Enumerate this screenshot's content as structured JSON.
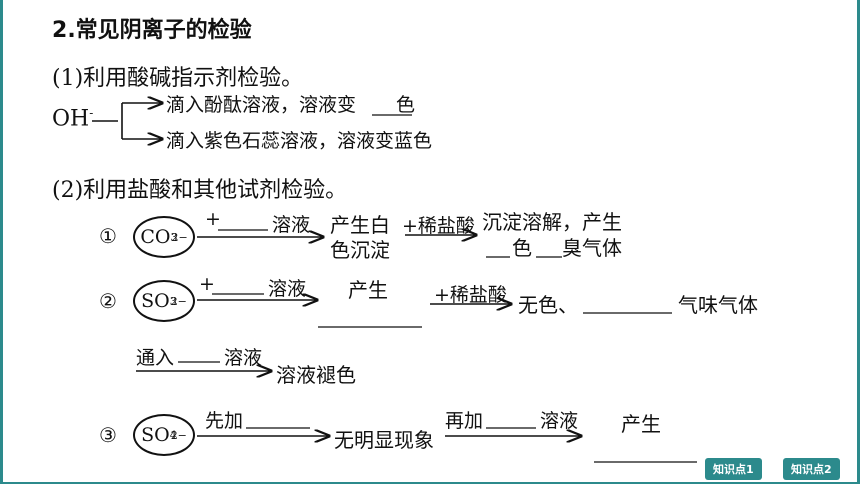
{
  "title_num": "2",
  "title_text": ".常见阴离子的检验",
  "part1": {
    "heading": "(1)利用酸碱指示剂检验。",
    "ion_label": "OH",
    "ion_sup": "-",
    "branch1_a": "滴入酚酞溶液，溶液变",
    "branch1_b": "色",
    "branch2": "滴入紫色石蕊溶液，溶液变蓝色"
  },
  "part2": {
    "heading": "(2)利用盐酸和其他试剂检验。",
    "item1": {
      "num": "①",
      "ion": "CO",
      "ion_sub": "3",
      "ion_sup": "2−",
      "arrow1_plus": "+",
      "arrow1_suffix": "溶液",
      "product1_line1": "产生白",
      "product1_line2": "色沉淀",
      "arrow2_label": "+稀盐酸",
      "result_line1": "沉淀溶解，产生",
      "result_line2_a": "色",
      "result_line2_b": "臭气体"
    },
    "item2": {
      "num": "②",
      "ion": "SO",
      "ion_sub": "3",
      "ion_sup": "2−",
      "arrow1_plus": "+",
      "arrow1_suffix": "溶液",
      "product1": "产生",
      "arrow2_label": "+稀盐酸",
      "result_a": "无色、",
      "result_b": "气味气体",
      "sub_arrow_prefix": "通入",
      "sub_arrow_suffix": "溶液",
      "sub_result": "溶液褪色"
    },
    "item3": {
      "num": "③",
      "ion": "SO",
      "ion_sub": "4",
      "ion_sup": "2−",
      "arrow1_label": "先加",
      "middle": "无明显现象",
      "arrow2_prefix": "再加",
      "arrow2_suffix": "溶液",
      "product": "产生"
    }
  },
  "nav": {
    "btn1": "知识点1",
    "btn2": "知识点2"
  },
  "colors": {
    "accent": "#2c8a8c"
  }
}
